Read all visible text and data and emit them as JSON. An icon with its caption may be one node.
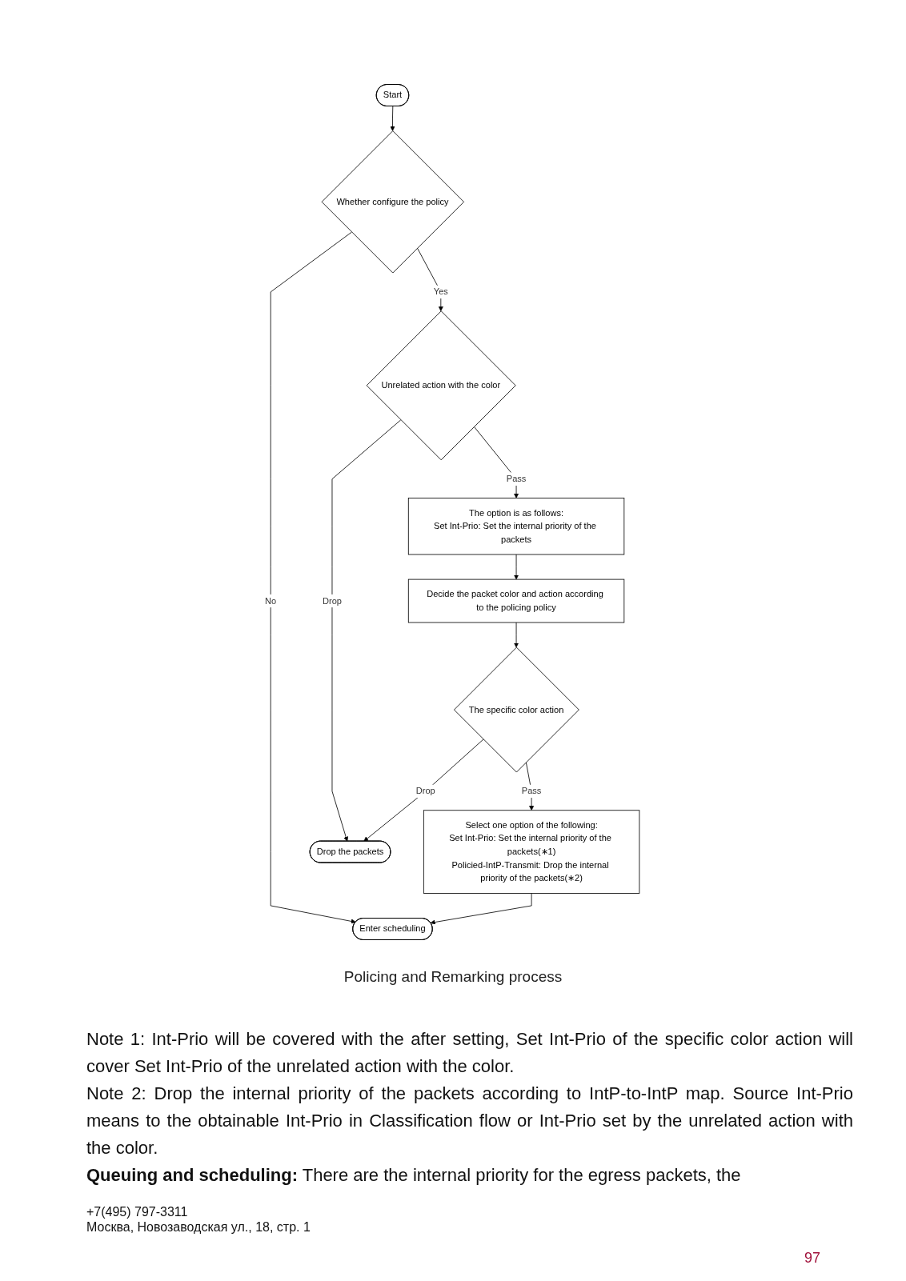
{
  "diagram": {
    "caption": "Policing and Remarking process",
    "nodes": [
      {
        "text": [
          "Start"
        ]
      },
      {
        "text": [
          "Whether configure the policy"
        ]
      },
      {
        "text": [
          "Unrelated action with the color"
        ]
      },
      {
        "text": [
          "The option is as follows:",
          "Set Int-Prio: Set the internal priority of the packets"
        ]
      },
      {
        "text": [
          "Decide the packet color and action according to the policing policy"
        ]
      },
      {
        "text": [
          "The specific color action"
        ]
      },
      {
        "text": [
          "Select one option of the following:",
          "Set Int-Prio: Set the internal priority of the packets(∗1)",
          "Policied-IntP-Transmit: Drop the internal priority of the packets(∗2)"
        ]
      },
      {
        "text": [
          "Enter scheduling"
        ]
      },
      {
        "text": [
          "Drop the packets"
        ]
      }
    ],
    "edges": [
      {
        "from": 0,
        "to": 1,
        "arrow": "to"
      },
      {
        "from": 1,
        "to": 7,
        "label": "No",
        "arrow": "to"
      },
      {
        "from": 1,
        "to": 2,
        "label": "Yes",
        "arrow": "to"
      },
      {
        "from": 2,
        "to": 8,
        "label": "Drop",
        "arrow": "to"
      },
      {
        "from": 2,
        "to": 3,
        "label": "Pass",
        "arrow": "to"
      },
      {
        "from": 3,
        "to": 4,
        "arrow": "to"
      },
      {
        "from": 4,
        "to": 5,
        "arrow": "to"
      },
      {
        "from": 5,
        "to": 8,
        "label": "Drop",
        "arrow": "to"
      },
      {
        "from": 5,
        "to": 6,
        "label": "Pass",
        "arrow": "to"
      },
      {
        "from": 6,
        "to": 7,
        "arrow": "to"
      }
    ],
    "labels": [
      "Note 1: Int-Prio will be covered with the after setting, Set Int-Prio of the specific color action will cover Set Int-Prio of the unrelated action with the color.",
      "Note 2: Drop the internal priority of the packets according to IntP-to-IntP map. Source Int-Prio means to the obtainable Int-Prio in Classification flow or Int-Prio set by the unrelated action with the color.",
      "**Queuing and scheduling:** There are the internal priority for the egress packets, the",
      "+7(495) 797-3311",
      "Москва, Новозаводская ул., 18, стр. 1",
      "97"
    ]
  }
}
